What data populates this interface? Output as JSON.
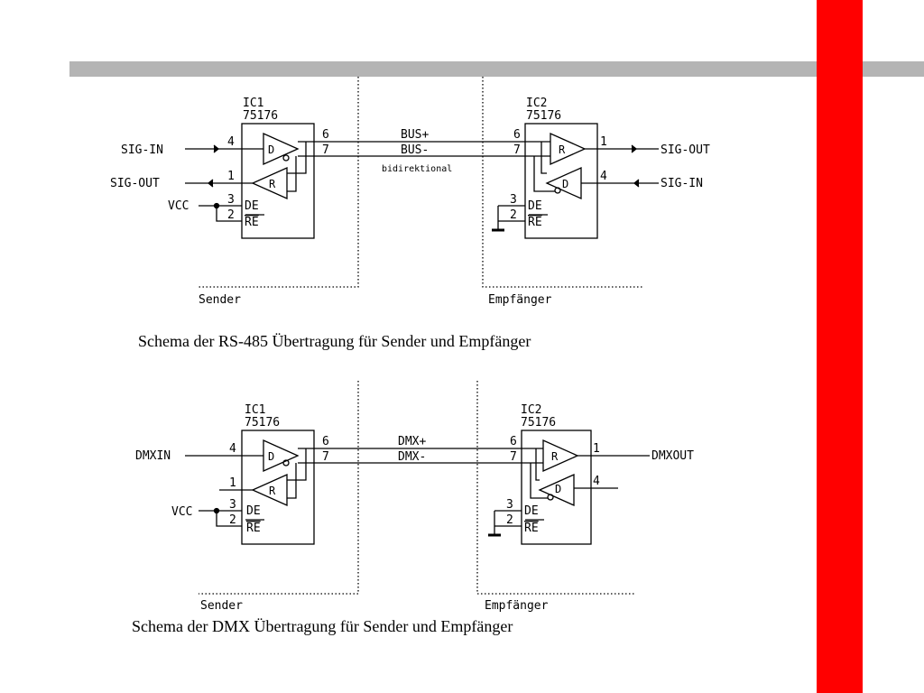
{
  "slide": {
    "colors": {
      "accent_bar": "#ff0000",
      "top_bar": "#b4b4b4",
      "ink": "#000000"
    }
  },
  "diagram1": {
    "caption": "Schema der RS-485 Übertragung für Sender und Empfänger",
    "sender": {
      "section_label": "Sender",
      "ic_name": "IC1",
      "ic_type": "75176",
      "input_signal": "SIG-IN",
      "output_signal": "SIG-OUT",
      "supply": "VCC",
      "pins": {
        "bus_plus": "6",
        "bus_minus": "7",
        "input": "4",
        "output": "1",
        "de": "3",
        "re": "2"
      },
      "driver_symbol": "D",
      "receiver_symbol": "R",
      "de_label": "DE",
      "re_label": "RE"
    },
    "bus": {
      "plus_label": "BUS+",
      "minus_label": "BUS-",
      "note": "bidirektional"
    },
    "receiver": {
      "section_label": "Empfänger",
      "ic_name": "IC2",
      "ic_type": "75176",
      "output_signal": "SIG-OUT",
      "input_signal": "SIG-IN",
      "pins": {
        "bus_plus": "6",
        "bus_minus": "7",
        "output": "1",
        "input": "4",
        "de": "3",
        "re": "2"
      },
      "driver_symbol": "D",
      "receiver_symbol": "R",
      "de_label": "DE",
      "re_label": "RE"
    }
  },
  "diagram2": {
    "caption": "Schema der DMX Übertragung für Sender und Empfänger",
    "sender": {
      "section_label": "Sender",
      "ic_name": "IC1",
      "ic_type": "75176",
      "input_signal": "DMXIN",
      "supply": "VCC",
      "pins": {
        "bus_plus": "6",
        "bus_minus": "7",
        "input": "4",
        "output": "1",
        "de": "3",
        "re": "2"
      },
      "driver_symbol": "D",
      "receiver_symbol": "R",
      "de_label": "DE",
      "re_label": "RE"
    },
    "bus": {
      "plus_label": "DMX+",
      "minus_label": "DMX-"
    },
    "receiver": {
      "section_label": "Empfänger",
      "ic_name": "IC2",
      "ic_type": "75176",
      "output_signal": "DMXOUT",
      "pins": {
        "bus_plus": "6",
        "bus_minus": "7",
        "output": "1",
        "input": "4",
        "de": "3",
        "re": "2"
      },
      "driver_symbol": "D",
      "receiver_symbol": "R",
      "de_label": "DE",
      "re_label": "RE"
    }
  }
}
